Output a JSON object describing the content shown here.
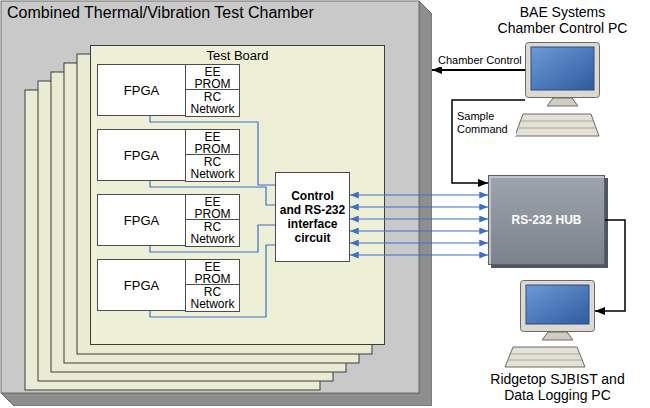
{
  "diagram": {
    "nodes": [
      {
        "text": [
          "Combined Thermal/Vibration Test Chamber"
        ]
      },
      {
        "text": [
          "Test Board"
        ],
        "in": 0
      },
      {
        "text": [
          "FPGA"
        ],
        "in": 1
      },
      {
        "text": [
          "EE PROM"
        ],
        "in": 1
      },
      {
        "text": [
          "RC Network"
        ],
        "in": 1
      },
      {
        "text": [
          "FPGA"
        ],
        "in": 1
      },
      {
        "text": [
          "EE PROM"
        ],
        "in": 1
      },
      {
        "text": [
          "RC Network"
        ],
        "in": 1
      },
      {
        "text": [
          "FPGA"
        ],
        "in": 1
      },
      {
        "text": [
          "EE PROM"
        ],
        "in": 1
      },
      {
        "text": [
          "RC Network"
        ],
        "in": 1
      },
      {
        "text": [
          "FPGA"
        ],
        "in": 1
      },
      {
        "text": [
          "EE PROM"
        ],
        "in": 1
      },
      {
        "text": [
          "RC Network"
        ],
        "in": 1
      },
      {
        "text": [
          "Control and RS-232 interface circuit"
        ],
        "in": 1
      },
      {
        "text": [
          "BAE Systems Chamber Control PC"
        ]
      },
      {
        "text": [
          "RS-232 HUB"
        ]
      },
      {
        "text": [
          "Ridgetop SJBIST and Data Logging PC"
        ]
      }
    ],
    "edges": [
      {
        "from": 2,
        "to": 14,
        "arrow": "none"
      },
      {
        "from": 5,
        "to": 14,
        "arrow": "none"
      },
      {
        "from": 8,
        "to": 14,
        "arrow": "none"
      },
      {
        "from": 11,
        "to": 14,
        "arrow": "none"
      },
      {
        "from": 14,
        "to": 16,
        "arrow": "both"
      },
      {
        "from": 14,
        "to": 16,
        "arrow": "both"
      },
      {
        "from": 14,
        "to": 16,
        "arrow": "both"
      },
      {
        "from": 14,
        "to": 16,
        "arrow": "both"
      },
      {
        "from": 14,
        "to": 16,
        "arrow": "both"
      },
      {
        "from": 14,
        "to": 16,
        "arrow": "both"
      },
      {
        "from": 15,
        "to": 0,
        "label": "Chamber Control",
        "arrow": "to"
      },
      {
        "from": 15,
        "to": 16,
        "label": "Sample Command",
        "arrow": "to"
      },
      {
        "from": 16,
        "to": 17,
        "arrow": "to"
      }
    ]
  }
}
